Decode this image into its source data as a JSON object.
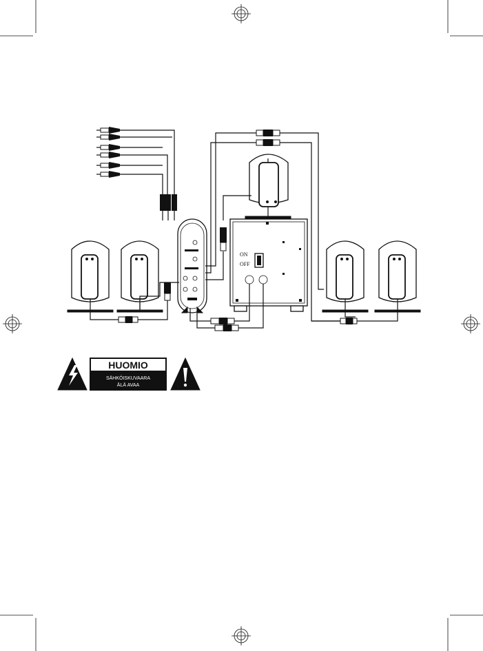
{
  "subwoofer": {
    "switch_on_label": "ON",
    "switch_off_label": "OFF"
  },
  "warning_panel": {
    "title": "HUOMIO",
    "line1": "SÄHKÖISKUVAARA",
    "line2": "ÄLÄ AVAA"
  },
  "colors": {
    "ink": "#111111",
    "paper": "#ffffff"
  }
}
